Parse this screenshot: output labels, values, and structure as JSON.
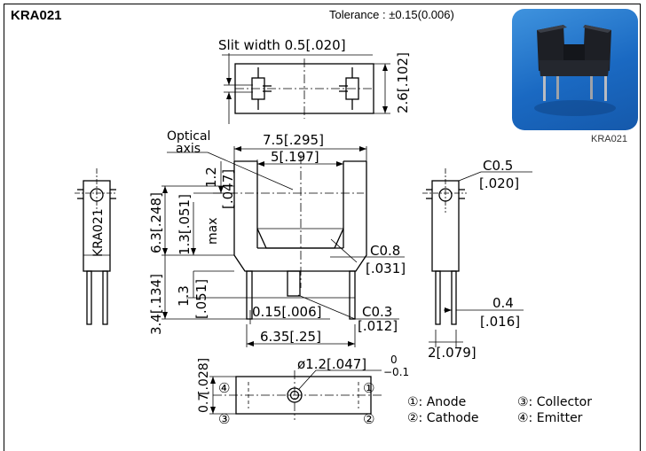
{
  "part_number": "KRA021",
  "tolerance": "Tolerance : ±0.15(0.006)",
  "photo_caption": "KRA021",
  "top_view": {
    "slit_label": "Slit width 0.5[.020]",
    "height_dim": "2.6[.102]"
  },
  "front_view": {
    "optical_label_1": "Optical",
    "optical_label_2": "axis",
    "width_outer": "7.5[.295]",
    "width_inner": "5[.197]",
    "body_height": "6.3[.248]",
    "lead_height": "3.4[.134]",
    "dim_1_2_a": "1.2",
    "dim_1_2_b": "[.047]",
    "max_label": "max",
    "dim_1_3_upper": "1.3[.051]",
    "dim_1_3_lower_a": "1.3",
    "dim_1_3_lower_b": "[.051]",
    "chamfer_08_a": "C0.8",
    "chamfer_08_b": "[.031]",
    "chamfer_03_a": "C0.3",
    "chamfer_03_b": "[.012]",
    "lead_gap": "0.15[.006]",
    "pitch": "6.35[.25]"
  },
  "left_view": {
    "marking": "KRA021"
  },
  "right_view": {
    "chamfer_a": "C0.5",
    "chamfer_b": "[.020]",
    "lead_width_a": "0.4",
    "lead_width_b": "[.016]",
    "lead_spacing": "2[.079]"
  },
  "bottom_view": {
    "depth_dim_a": "0.7",
    "depth_dim_b": "[.028]",
    "hole_dim": "ø1.2[.047]",
    "hole_tol_top": "0",
    "hole_tol_bottom": "−0.1",
    "pin_4": "④",
    "pin_3": "③",
    "pin_1": "①",
    "pin_2": "②"
  },
  "legend": {
    "row1_left": "①: Anode",
    "row1_right": "③: Collector",
    "row2_left": "②: Cathode",
    "row2_right": "④: Emitter"
  }
}
